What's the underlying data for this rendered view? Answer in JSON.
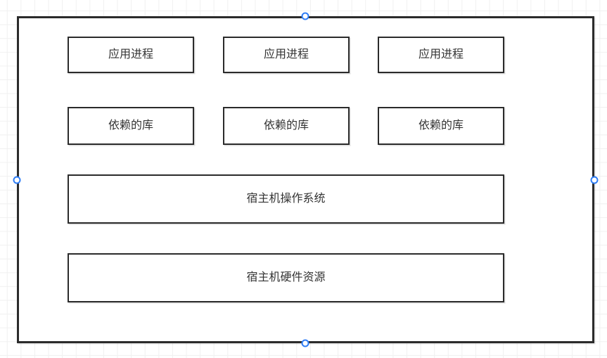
{
  "canvas": {
    "type": "diagram-editor-canvas",
    "background_color": "#ffffff",
    "grid_color": "#f0f0f0"
  },
  "diagram": {
    "container": {
      "description": "outer host boundary rectangle",
      "stroke_color": "#2b2b2b",
      "fill_color": "#ffffff"
    },
    "boxes": [
      {
        "id": "app-process-1",
        "label": "应用进程"
      },
      {
        "id": "app-process-2",
        "label": "应用进程"
      },
      {
        "id": "app-process-3",
        "label": "应用进程"
      },
      {
        "id": "deps-lib-1",
        "label": "依赖的库"
      },
      {
        "id": "deps-lib-2",
        "label": "依赖的库"
      },
      {
        "id": "deps-lib-3",
        "label": "依赖的库"
      },
      {
        "id": "host-os",
        "label": "宿主机操作系统"
      },
      {
        "id": "host-hardware",
        "label": "宿主机硬件资源"
      }
    ],
    "text_color": "#333333"
  },
  "selection": {
    "selected_shape": "outer container rectangle",
    "handle_color": "#2e7df6",
    "handle_fill": "#ffffff",
    "handle_positions": [
      "top-center",
      "left-middle",
      "right-middle",
      "bottom-center"
    ]
  }
}
